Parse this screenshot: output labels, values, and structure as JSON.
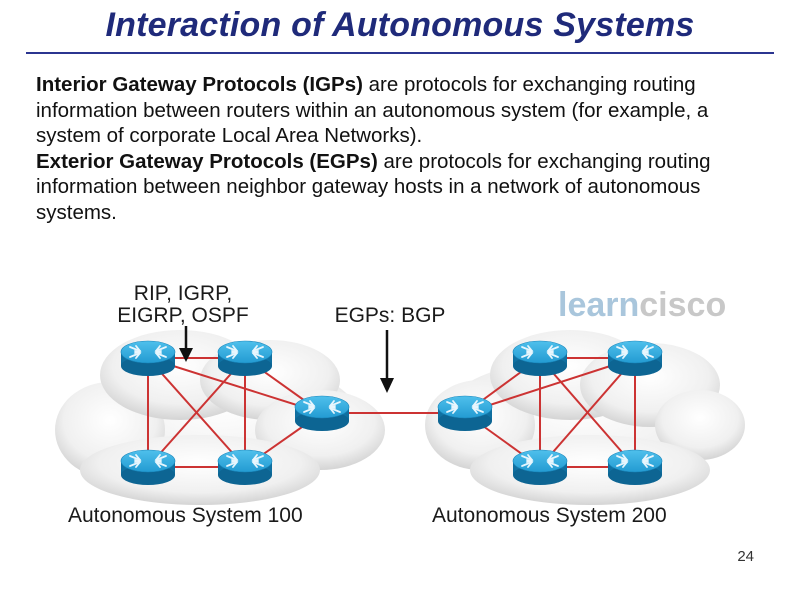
{
  "slide": {
    "title": "Interaction of Autonomous Systems",
    "page_number": "24"
  },
  "paragraphs": [
    {
      "term": "Interior Gateway Protocols (IGPs)",
      "text": " are protocols for exchanging routing information between routers within an autonomous system (for example, a system of corporate Local Area Networks)."
    },
    {
      "term": "Exterior Gateway Protocols (EGPs)",
      "text": " are protocols for exchanging routing information between neighbor gateway hosts in a network of autonomous systems."
    }
  ],
  "diagram": {
    "igp_label_line1": "RIP, IGRP,",
    "igp_label_line2": "EIGRP, OSPF",
    "egp_label": "EGPs: BGP",
    "watermark_part1": "learn",
    "watermark_part2": "cisco",
    "as1_label": "Autonomous System 100",
    "as2_label": "Autonomous System 200",
    "colors": {
      "link": "#cc3333",
      "router": "#1e8fc4",
      "watermark_learn": "#a9c6dc",
      "watermark_cisco": "#c8c8c8"
    }
  }
}
